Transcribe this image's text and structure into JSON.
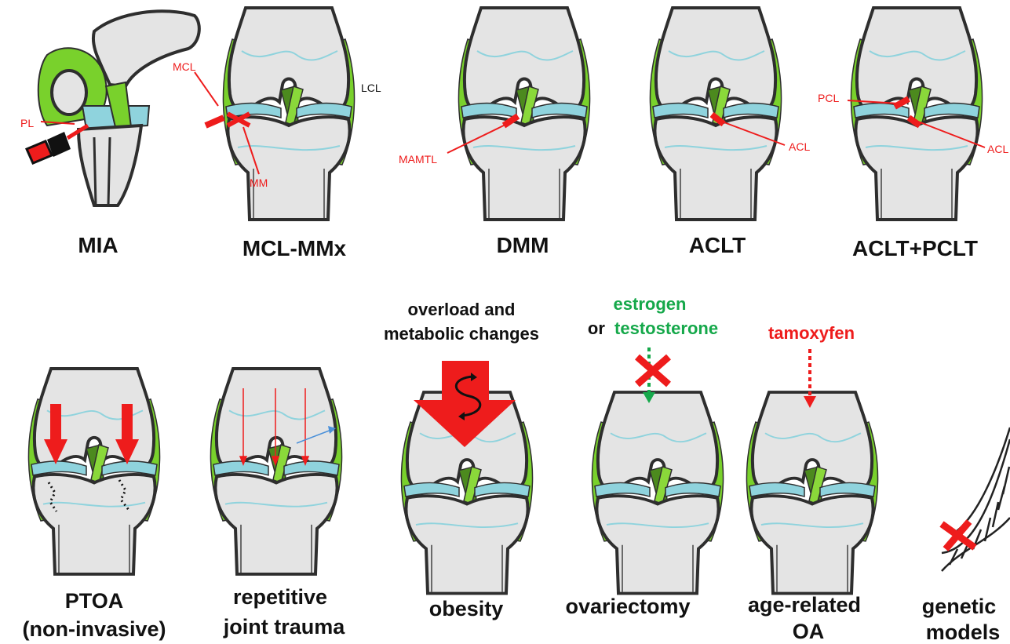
{
  "colors": {
    "bone": "#e4e4e4",
    "outline": "#2e2e2e",
    "ligament_green": "#79d12c",
    "cruciate_green": "#4c8a1e",
    "cartilage_blue": "#8fd3dd",
    "injury_red": "#ee1c1c",
    "hormone_green": "#15a84a"
  },
  "models": {
    "mia": {
      "caption": "MIA",
      "pl_label": "PL"
    },
    "mcl_mmx": {
      "caption": "MCL-MMx",
      "mcl_label": "MCL",
      "lcl_label": "LCL",
      "mm_label": "MM"
    },
    "dmm": {
      "caption": "DMM",
      "mamtl_label": "MAMTL"
    },
    "aclt": {
      "caption": "ACLT",
      "acl_label": "ACL"
    },
    "aclt_pclt": {
      "caption": "ACLT+PCLT",
      "pcl_label": "PCL",
      "acl_label": "ACL"
    },
    "ptoa": {
      "caption_line1": "PTOA",
      "caption_line2": "(non-invasive)"
    },
    "repetitive": {
      "caption_line1": "repetitive",
      "caption_line2": "joint trauma"
    },
    "obesity": {
      "caption": "obesity",
      "note_line1": "overload and",
      "note_line2": "metabolic changes"
    },
    "ovariectomy": {
      "caption": "ovariectomy",
      "note_line1": "estrogen",
      "note_line2_prefix": "or",
      "note_line2_hormone": "testosterone"
    },
    "age_related": {
      "caption_line1": "age-related",
      "caption_line2": "OA",
      "note": "tamoxyfen"
    },
    "genetic": {
      "caption_line1": "genetic",
      "caption_line2": "models"
    }
  }
}
